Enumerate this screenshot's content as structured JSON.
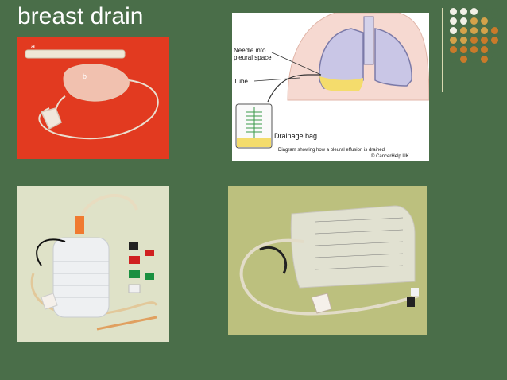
{
  "slide": {
    "title": "breast drain",
    "background": "#4a6e49"
  },
  "decor": {
    "dot_colors": [
      "#f2f0e6",
      "#f2f0e6",
      "#f2f0e6",
      "#4a6e49",
      "#4a6e49",
      "#f2f0e6",
      "#f2f0e6",
      "#d4a24a",
      "#d4a24a",
      "#4a6e49",
      "#f2f0e6",
      "#d4a24a",
      "#d4a24a",
      "#d4a24a",
      "#c97a2a",
      "#d4a24a",
      "#d4a24a",
      "#c97a2a",
      "#c97a2a",
      "#c97a2a",
      "#c97a2a",
      "#c97a2a",
      "#c97a2a",
      "#c97a2a",
      "#4a6e49",
      "#4a6e49",
      "#c97a2a",
      "#4a6e49",
      "#c97a2a",
      "#4a6e49"
    ]
  },
  "photo1": {
    "label_a": "a",
    "label_b": "b"
  },
  "diagram": {
    "needle_label_line1": "Needle into",
    "needle_label_line2": "pleural space",
    "tube_label": "Tube",
    "bag_label": "Drainage bag",
    "caption": "Diagram showing how a pleural effusion is drained",
    "credit": "© CancerHelp UK"
  }
}
